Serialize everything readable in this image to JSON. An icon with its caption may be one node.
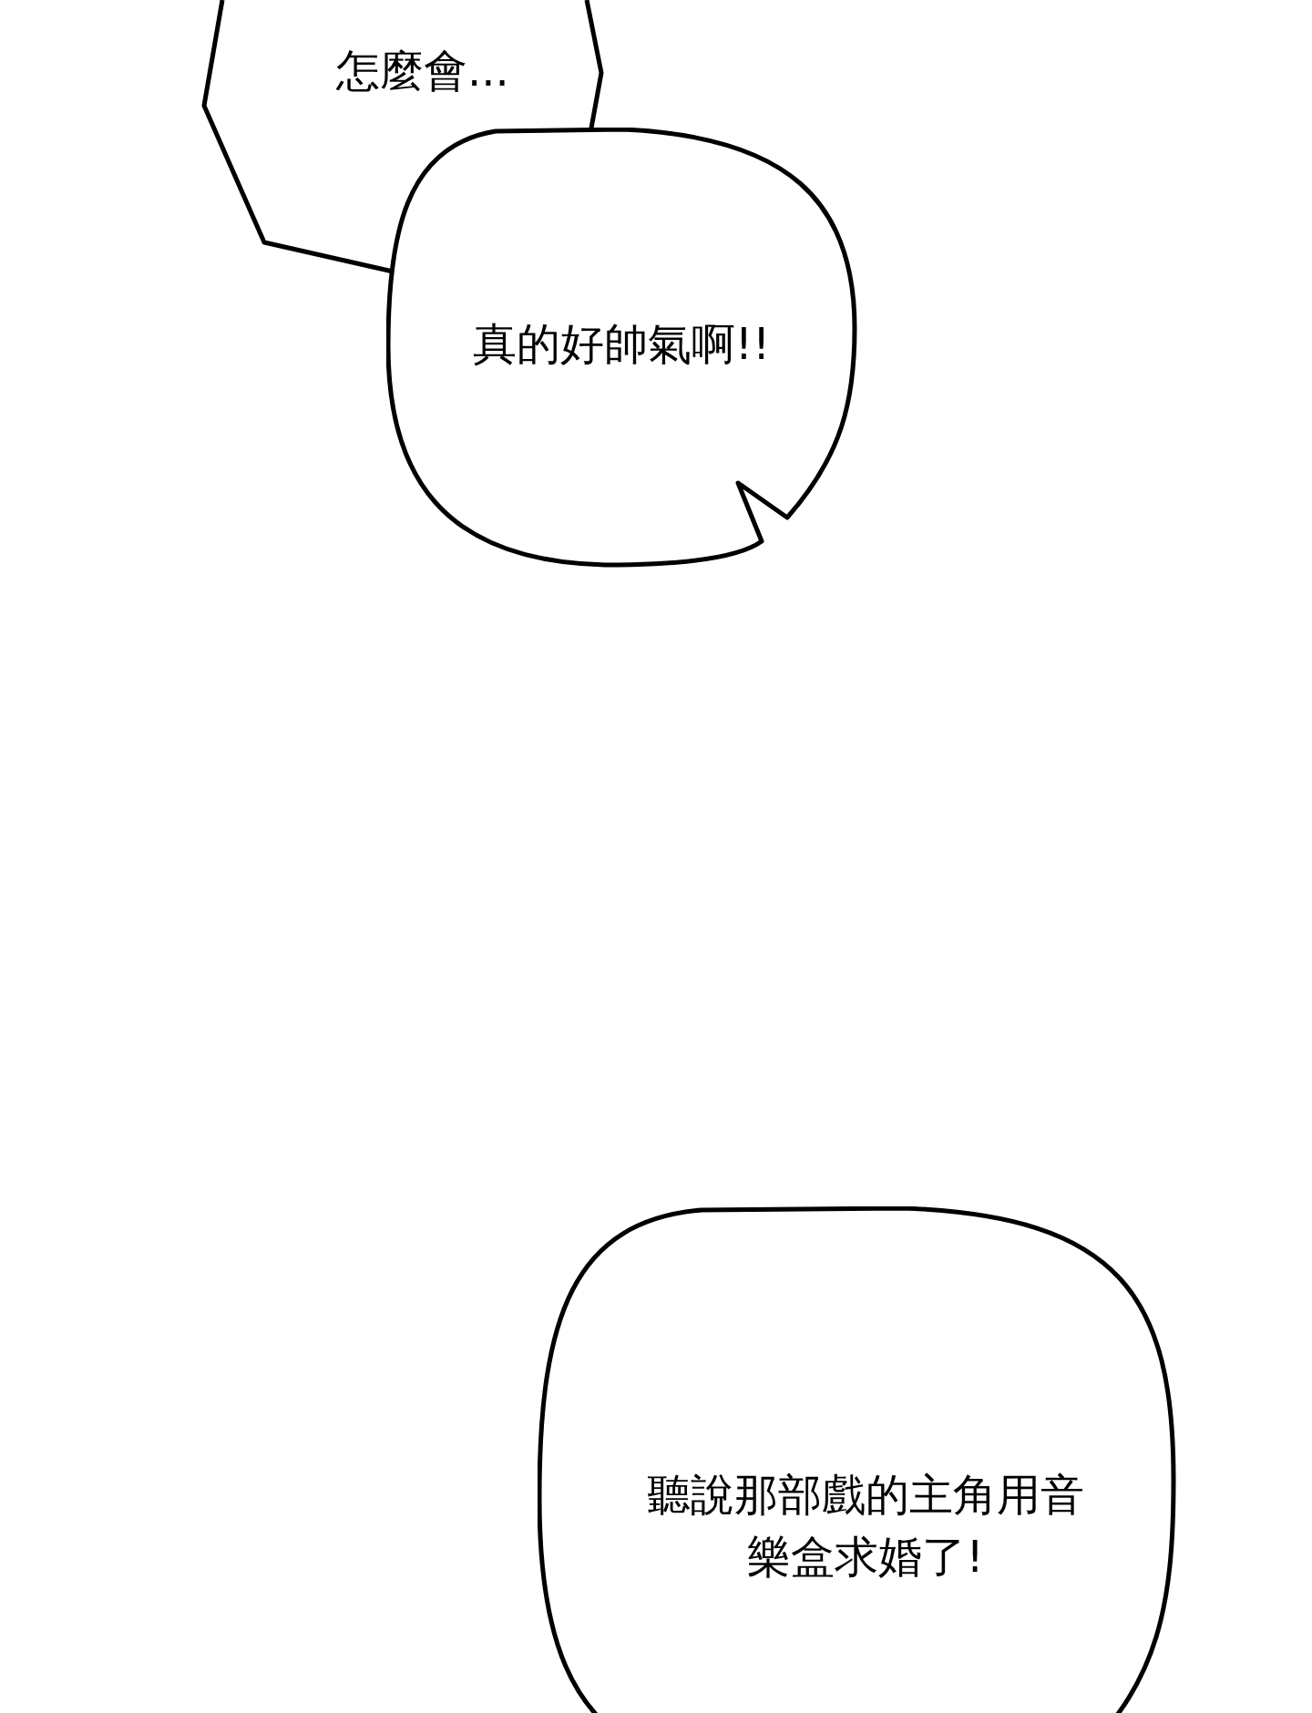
{
  "diagram": {
    "nodes": [
      {
        "text": [
          "怎麼會..."
        ]
      },
      {
        "text": [
          "真的好帥氣啊!!"
        ]
      },
      {
        "text": [
          "聽說那部戲的主角用音樂盒求婚了!"
        ]
      }
    ]
  }
}
